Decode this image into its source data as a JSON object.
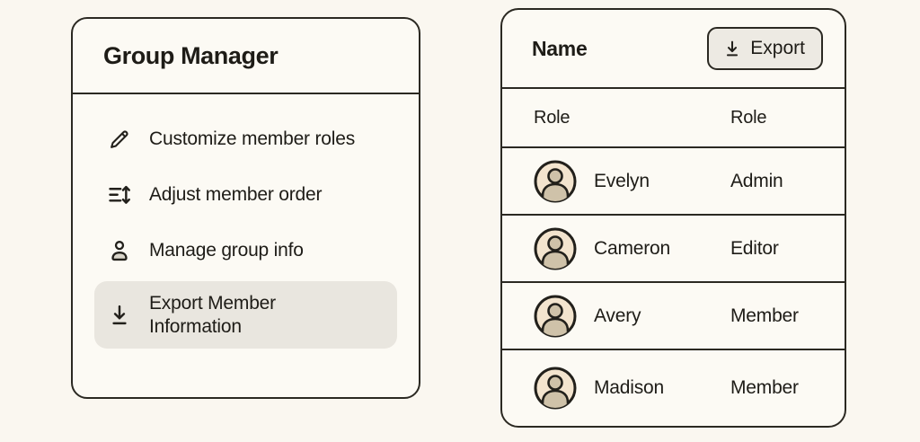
{
  "left_panel": {
    "title": "Group Manager",
    "items": [
      {
        "label": "Customize member roles",
        "icon": "pencil-icon",
        "selected": false
      },
      {
        "label": "Adjust member order",
        "icon": "reorder-icon",
        "selected": false
      },
      {
        "label": "Manage group info",
        "icon": "person-icon",
        "selected": false
      },
      {
        "label": "Export Member Information",
        "icon": "download-icon",
        "selected": true
      }
    ]
  },
  "right_panel": {
    "header": {
      "name_label": "Name",
      "export_button_label": "Export",
      "export_button_icon": "download-icon"
    },
    "subheader": {
      "col1": "Role",
      "col2": "Role"
    },
    "rows": [
      {
        "name": "Evelyn",
        "role": "Admin",
        "avatar": "person-avatar"
      },
      {
        "name": "Cameron",
        "role": "Editor",
        "avatar": "person-avatar"
      },
      {
        "name": "Avery",
        "role": "Member",
        "avatar": "person-avatar"
      },
      {
        "name": "Madison",
        "role": "Member",
        "avatar": "person-avatar"
      }
    ]
  },
  "colors": {
    "page_background": "#faf7f0",
    "card_background": "#fcfaf4",
    "border_ink": "#2b2922",
    "text": "#1e1c17",
    "selected_item_background": "#e9e6df",
    "export_button_background": "#edeae3",
    "avatar_background": "#f3e4ce",
    "avatar_silhouette": "#cfc2a9"
  }
}
